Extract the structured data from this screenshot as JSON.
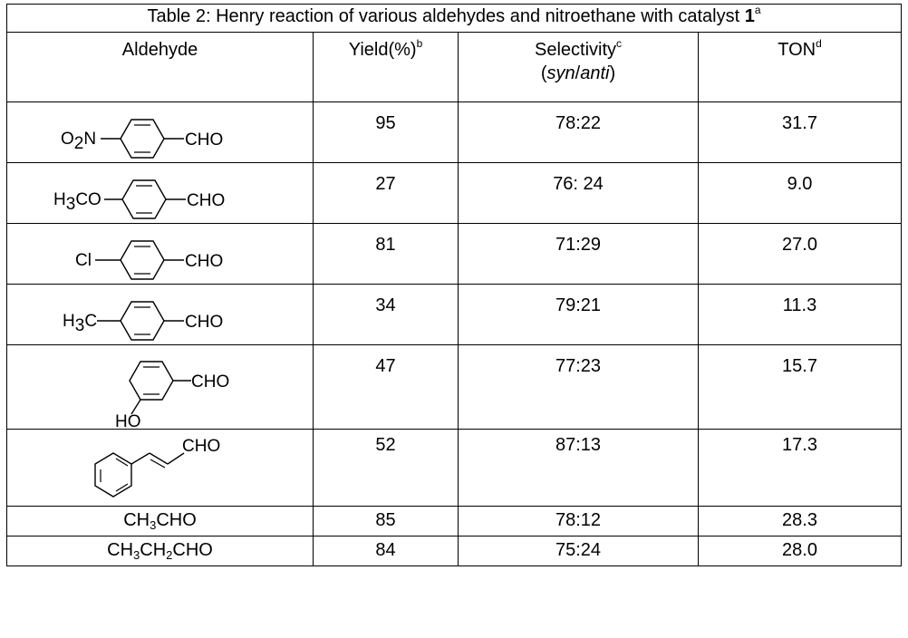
{
  "caption": {
    "text": "Table 2: Henry reaction of various aldehydes and nitroethane with catalyst ",
    "catalyst": "1",
    "note": "a"
  },
  "headers": {
    "aldehyde": "Aldehyde",
    "yield": "Yield(%)",
    "yield_note": "b",
    "selectivity": "Selectivity",
    "selectivity_note": "c",
    "selectivity_syn": "syn",
    "selectivity_slash": "/",
    "selectivity_anti": "anti",
    "selectivity_open": "(",
    "selectivity_close": ")",
    "ton": "TON",
    "ton_note": "d"
  },
  "structures": {
    "o2n": {
      "main": "O",
      "sub": "2",
      "tail": "N",
      "cho": "CHO"
    },
    "h3co": {
      "main": "H",
      "sub": "3",
      "tail": "CO",
      "cho": "CHO"
    },
    "cl": {
      "main": "Cl",
      "cho": "CHO"
    },
    "h3c": {
      "main": "H",
      "sub": "3",
      "tail": "C",
      "cho": "CHO"
    },
    "meta_oh": {
      "cho": "CHO",
      "oh": "HO"
    },
    "cinnamyl": {
      "cho": "CHO"
    }
  },
  "rows": [
    {
      "yield": "95",
      "selectivity": "78:22",
      "ton": "31.7"
    },
    {
      "yield": "27",
      "selectivity": "76: 24",
      "ton": "9.0"
    },
    {
      "yield": "81",
      "selectivity": "71:29",
      "ton": "27.0"
    },
    {
      "yield": "34",
      "selectivity": "79:21",
      "ton": "11.3"
    },
    {
      "yield": "47",
      "selectivity": "77:23",
      "ton": "15.7"
    },
    {
      "yield": "52",
      "selectivity": "87:13",
      "ton": "17.3"
    },
    {
      "aldehyde": {
        "a": "CH",
        "sub1": "3",
        "b": "CHO"
      },
      "yield": "85",
      "selectivity": "78:12",
      "ton": "28.3"
    },
    {
      "aldehyde": {
        "a": "CH",
        "sub1": "3",
        "b": "CH",
        "sub2": "2",
        "c": "CHO"
      },
      "yield": "84",
      "selectivity": "75:24",
      "ton": "28.0"
    }
  ]
}
